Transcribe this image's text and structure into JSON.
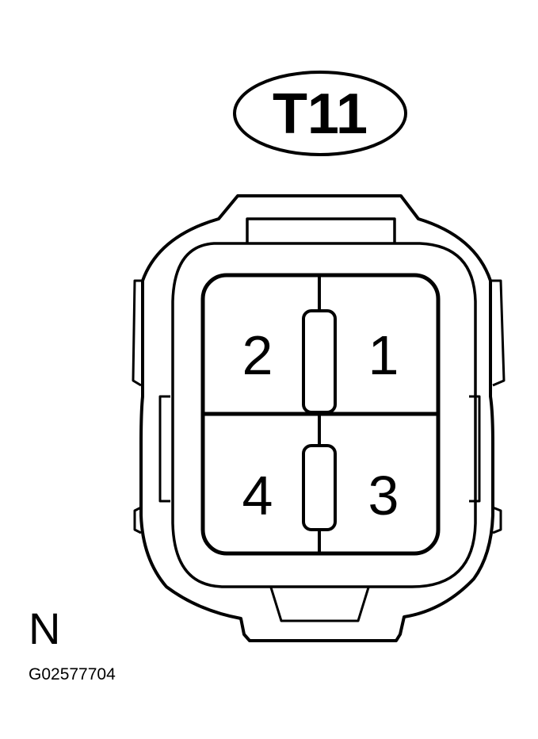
{
  "diagram": {
    "connector_label": "T11",
    "pins": [
      {
        "number": "1",
        "position": "top-right"
      },
      {
        "number": "2",
        "position": "top-left"
      },
      {
        "number": "3",
        "position": "bottom-right"
      },
      {
        "number": "4",
        "position": "bottom-left"
      }
    ],
    "view_letter": "N",
    "figure_code": "G02577704",
    "colors": {
      "line": "#000000",
      "background": "#ffffff"
    }
  }
}
